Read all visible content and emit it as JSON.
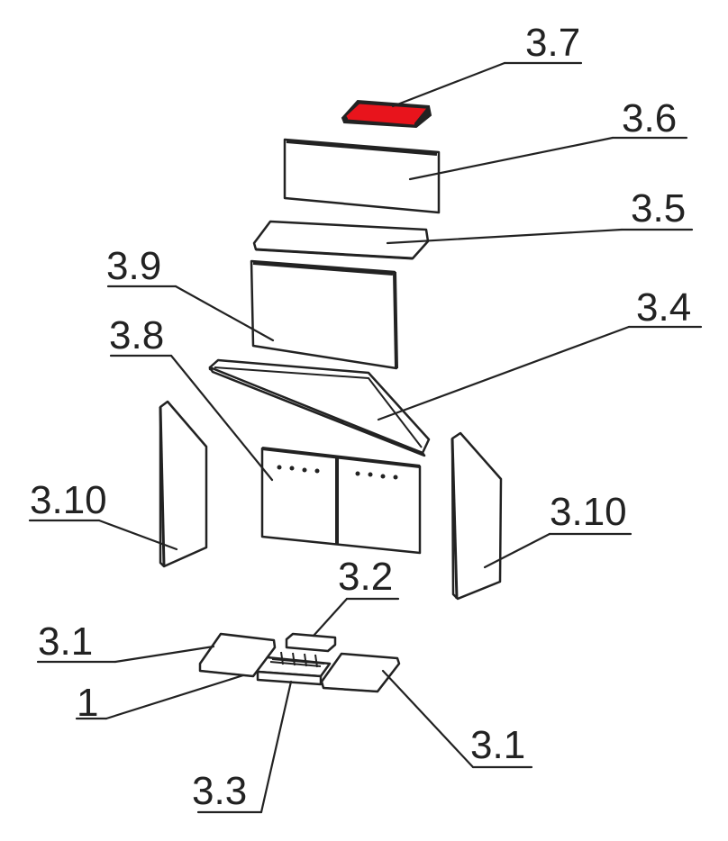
{
  "labels": {
    "p3_7": "3.7",
    "p3_6": "3.6",
    "p3_5": "3.5",
    "p3_9": "3.9",
    "p3_4": "3.4",
    "p3_8": "3.8",
    "p3_10_left": "3.10",
    "p3_10_right": "3.10",
    "p3_2": "3.2",
    "p3_1_left": "3.1",
    "p1": "1",
    "p3_1_right": "3.1",
    "p3_3": "3.3"
  },
  "colors": {
    "highlight": "#e8141c",
    "stroke": "#222222",
    "background": "#ffffff"
  }
}
